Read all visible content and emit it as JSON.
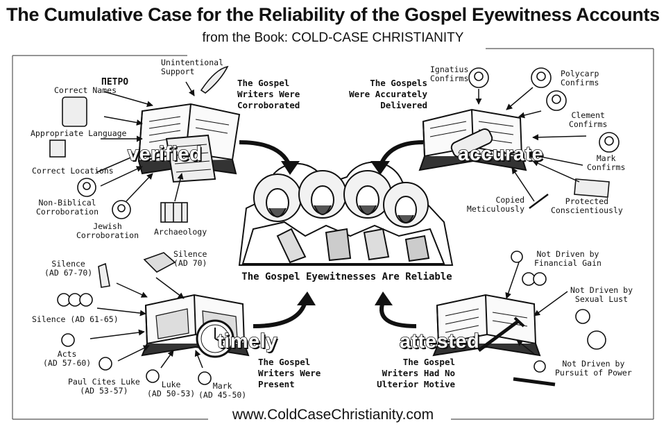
{
  "header": {
    "title": "The Cumulative Case for the Reliability of the Gospel Eyewitness Accounts",
    "subtitle": "from the Book: COLD-CASE CHRISTIANITY"
  },
  "center": {
    "label": "The Gospel Eyewitnesses Are Reliable"
  },
  "verified": {
    "word": "verified",
    "claim": [
      "The Gospel",
      "Writers Were",
      "Corroborated"
    ],
    "greek_sign": "ΠΕΤΡΟ",
    "items": [
      "Unintentional",
      "Support",
      "Correct Names",
      "Appropriate Language",
      "Correct Locations",
      "Non-Biblical",
      "Corroboration",
      "Jewish",
      "Corroboration",
      "Archaeology"
    ]
  },
  "accurate": {
    "word": "accurate",
    "claim": [
      "The Gospels",
      "Were Accurately",
      "Delivered"
    ],
    "items": [
      "Ignatius",
      "Confirms",
      "Polycarp",
      "Confirms",
      "Clement",
      "Confirms",
      "Mark",
      "Confirms",
      "Copied",
      "Meticulously",
      "Protected",
      "Conscientiously"
    ]
  },
  "timely": {
    "word": "timely",
    "claim": [
      "The Gospel",
      "Writers Were",
      "Present"
    ],
    "items": [
      "Silence",
      "(AD 67-70)",
      "Silence",
      "(AD 70)",
      "Silence (AD 61-65)",
      "Acts",
      "(AD 57-60)",
      "Paul Cites Luke",
      "(AD 53-57)",
      "Luke",
      "(AD 50-53)",
      "Mark",
      "(AD 45-50)"
    ]
  },
  "attested": {
    "word": "attested",
    "claim": [
      "The Gospel",
      "Writers Had No",
      "Ulterior Motive"
    ],
    "items": [
      "Not Driven by",
      "Financial Gain",
      "Not Driven by",
      "Sexual Lust",
      "Not Driven by",
      "Pursuit of Power"
    ]
  },
  "footer": {
    "url": "www.ColdCaseChristianity.com"
  }
}
